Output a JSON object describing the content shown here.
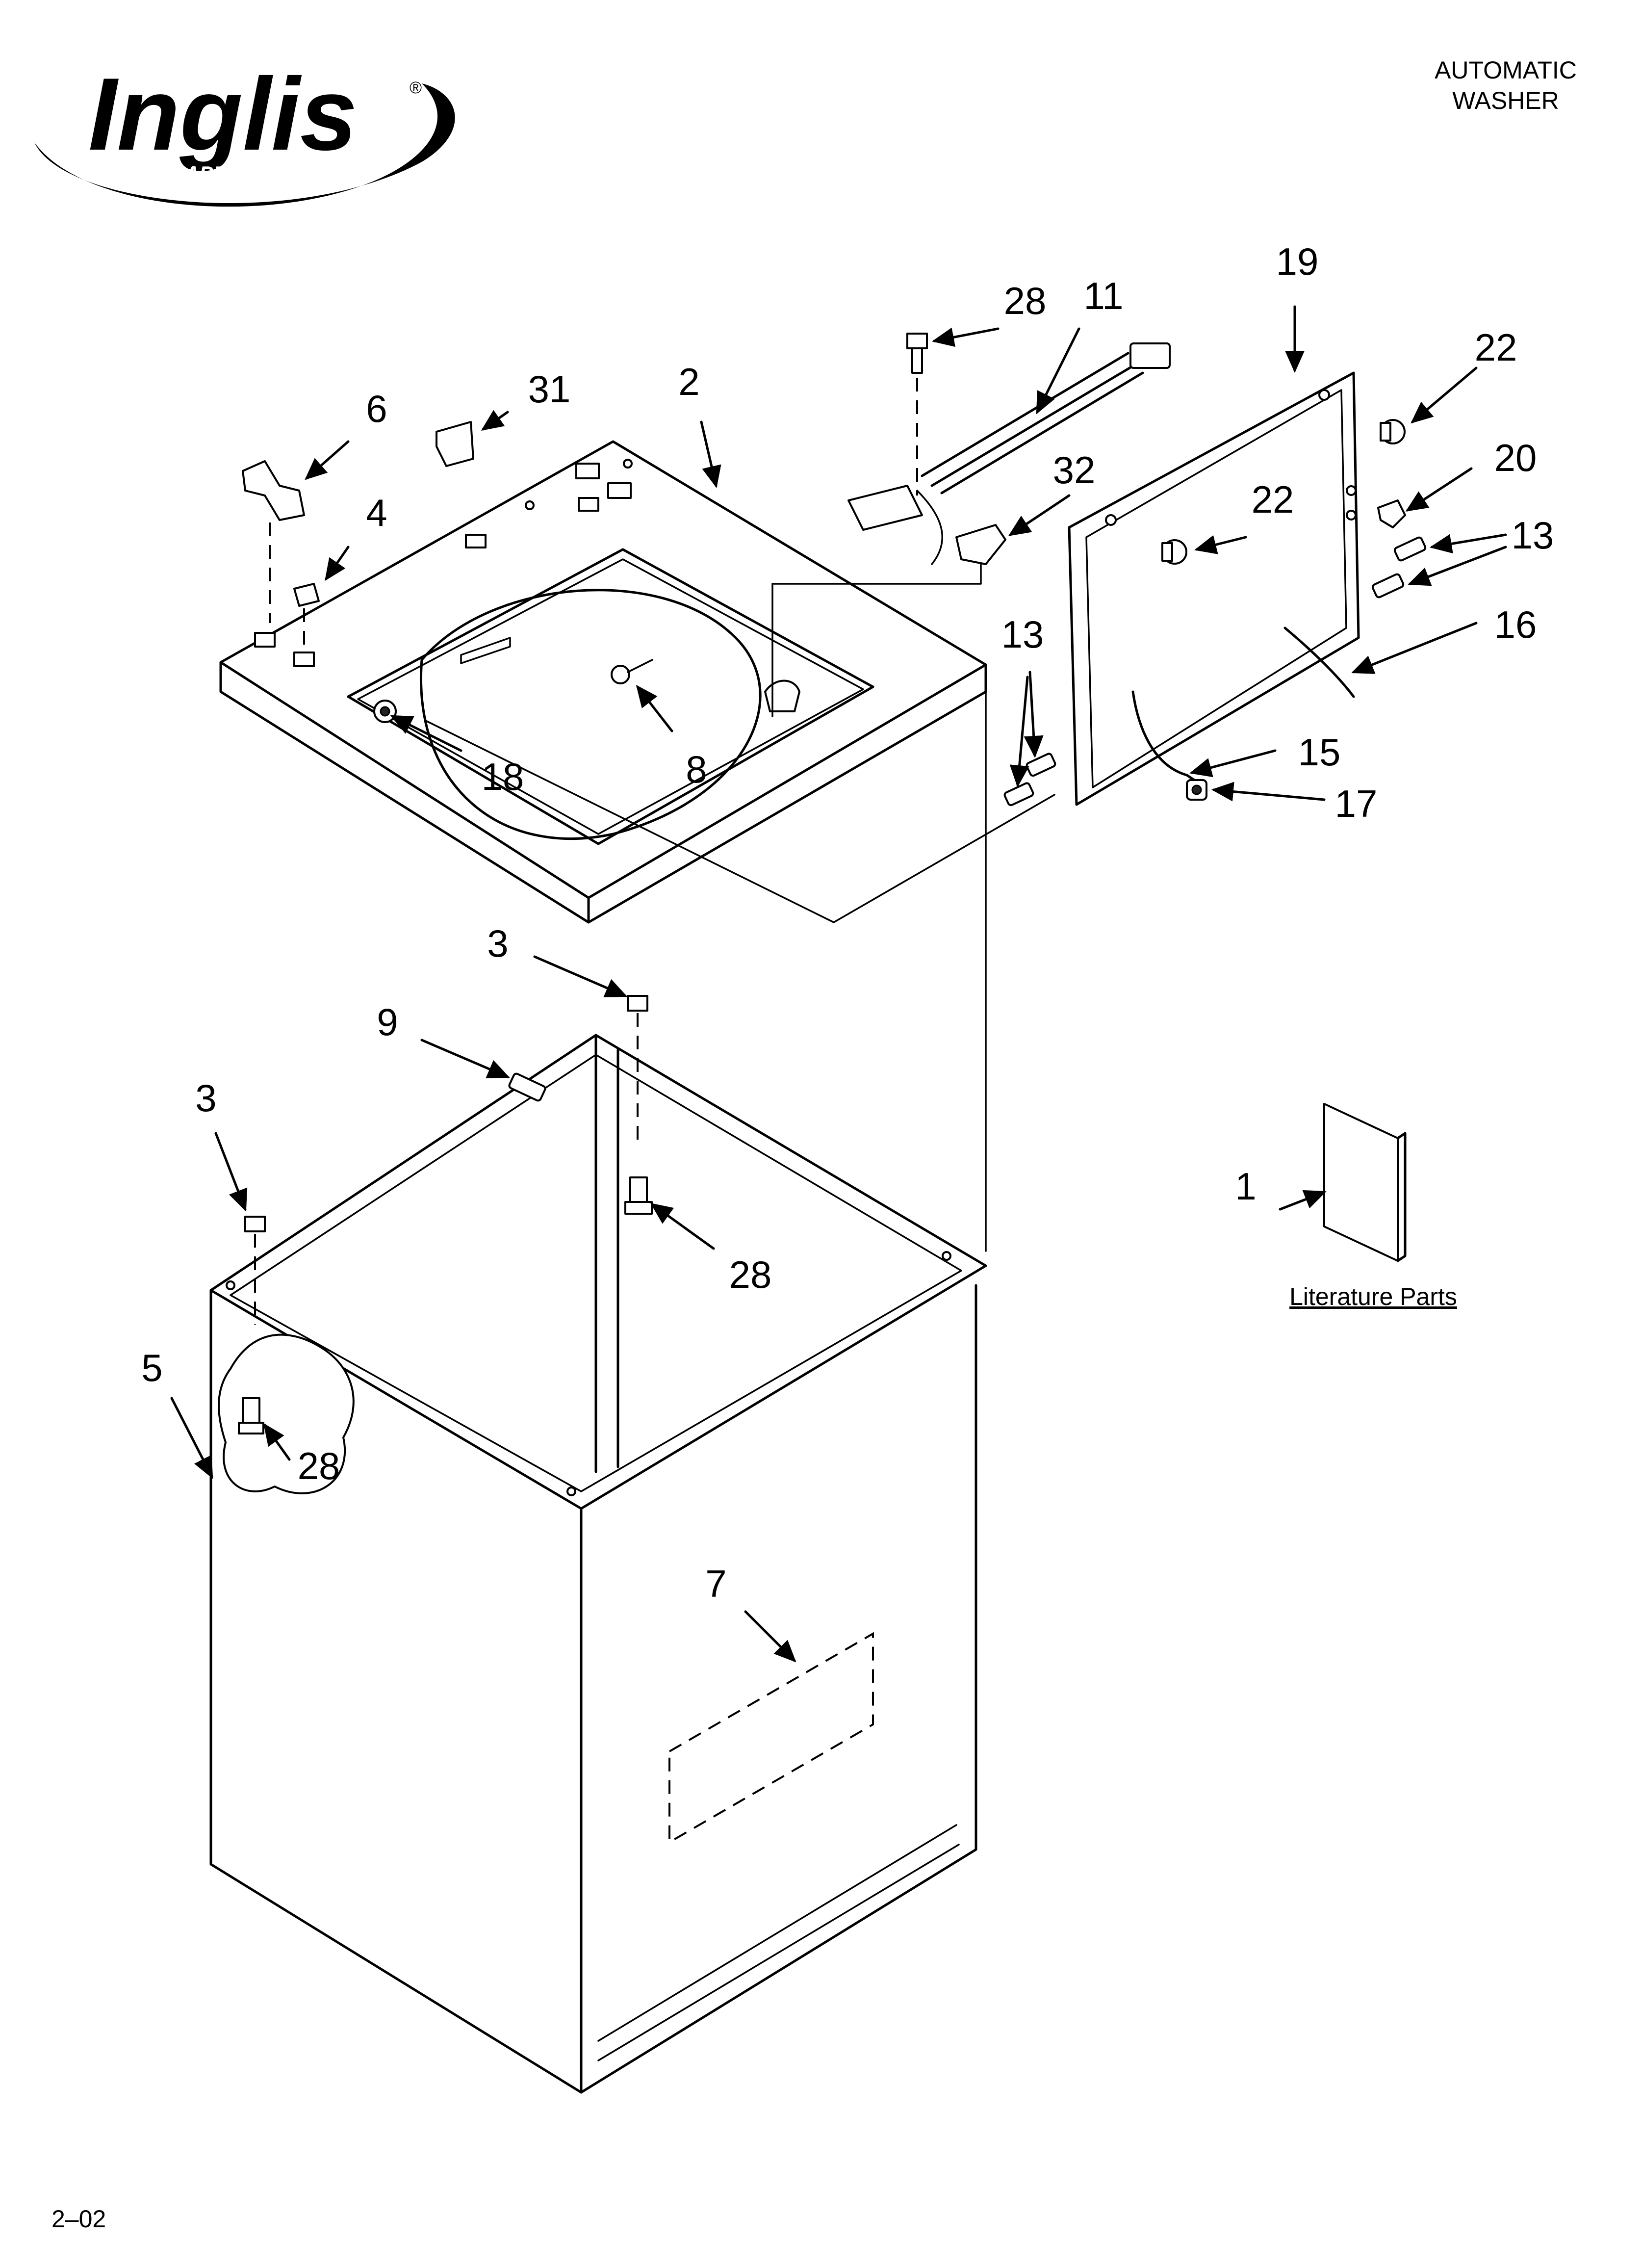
{
  "brand": {
    "name": "Inglis",
    "tagline": "HOME APPLIANCES",
    "registered_mark": "®"
  },
  "header": {
    "title_line1": "AUTOMATIC",
    "title_line2": "WASHER"
  },
  "footer": {
    "code": "2–02"
  },
  "literature": {
    "label": "Literature Parts"
  },
  "callouts": {
    "c1": "1",
    "c2": "2",
    "c3a": "3",
    "c3b": "3",
    "c4": "4",
    "c5": "5",
    "c6": "6",
    "c7": "7",
    "c8": "8",
    "c9": "9",
    "c11": "11",
    "c13a": "13",
    "c13b": "13",
    "c15": "15",
    "c16": "16",
    "c17": "17",
    "c18": "18",
    "c19": "19",
    "c20": "20",
    "c22a": "22",
    "c22b": "22",
    "c28a": "28",
    "c28b": "28",
    "c28c": "28",
    "c31": "31",
    "c32": "32"
  }
}
